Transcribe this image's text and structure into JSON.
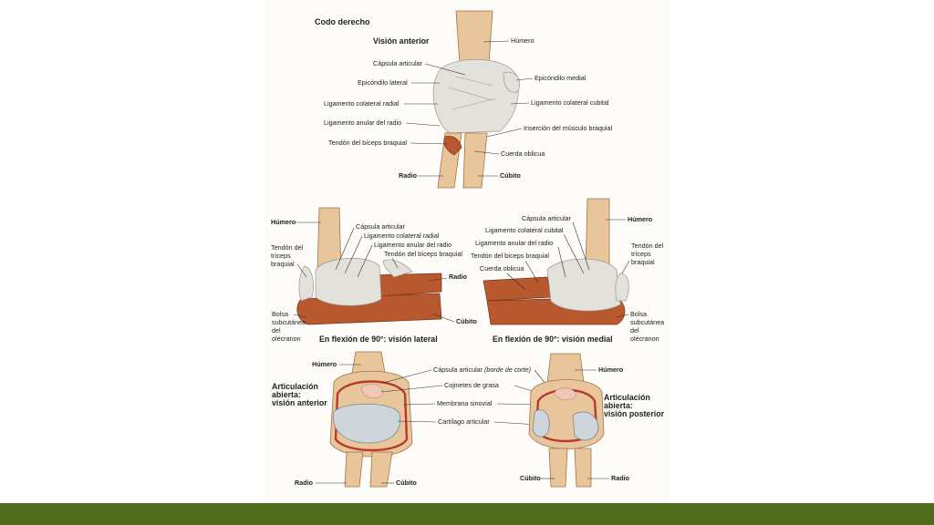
{
  "page": {
    "footer_color": "#4f6b1b"
  },
  "top": {
    "title": "Codo derecho",
    "subtitle": "Visión anterior",
    "labels": {
      "humero": "Húmero",
      "capsula": "Cápsula articular",
      "epi_lat": "Epicóndilo lateral",
      "lig_radial": "Ligamento colateral radial",
      "lig_anular": "Ligamento anular del radio",
      "tendon_biceps": "Tendón del bíceps braquial",
      "radio": "Radio",
      "epi_med": "Epicóndilo medial",
      "lig_cubital": "Ligamento colateral cubital",
      "insercion": "Inserción del músculo braquial",
      "cuerda": "Cuerda oblicua",
      "cubito": "Cúbito"
    }
  },
  "lateral": {
    "caption": "En flexión de 90°: visión lateral",
    "labels": {
      "humero": "Húmero",
      "capsula": "Cápsula articular",
      "lig_radial": "Ligamento colateral radial",
      "lig_anular": "Ligamento anular del radio",
      "tendon_biceps": "Tendón del bíceps braquial",
      "triceps_1": "Tendón del",
      "triceps_2": "tríceps",
      "triceps_3": "braquial",
      "radio": "Radio",
      "bolsa_1": "Bolsa",
      "bolsa_2": "subcutánea",
      "bolsa_3": "del",
      "bolsa_4": "olécranon",
      "cubito": "Cúbito"
    }
  },
  "medial": {
    "caption": "En flexión de 90°: visión medial",
    "labels": {
      "capsula": "Cápsula articular",
      "humero": "Húmero",
      "lig_cubital": "Ligamento colateral cubital",
      "lig_anular": "Ligamento anular del radio",
      "tendon_biceps": "Tendón del bíceps braquial",
      "cuerda": "Cuerda oblicua",
      "triceps_1": "Tendón del",
      "triceps_2": "tríceps",
      "triceps_3": "braquial",
      "bolsa_1": "Bolsa",
      "bolsa_2": "subcutánea",
      "bolsa_3": "del",
      "bolsa_4": "olécranon"
    }
  },
  "open_anterior": {
    "title_1": "Articulación",
    "title_2": "abierta:",
    "title_3": "visión anterior",
    "labels": {
      "humero": "Húmero",
      "radio": "Radio",
      "cubito": "Cúbito"
    }
  },
  "open_posterior": {
    "title_1": "Articulación",
    "title_2": "abierta:",
    "title_3": "visión posterior",
    "labels": {
      "humero": "Húmero",
      "cubito": "Cúbito",
      "radio": "Radio"
    }
  },
  "open_center": {
    "capsula_main": "Cápsula articular",
    "capsula_italic": "(borde de corte)",
    "cojinetes": "Cojinetes de grasa",
    "membrana": "Membrana sinovial",
    "cartilago": "Cartílago articular"
  }
}
